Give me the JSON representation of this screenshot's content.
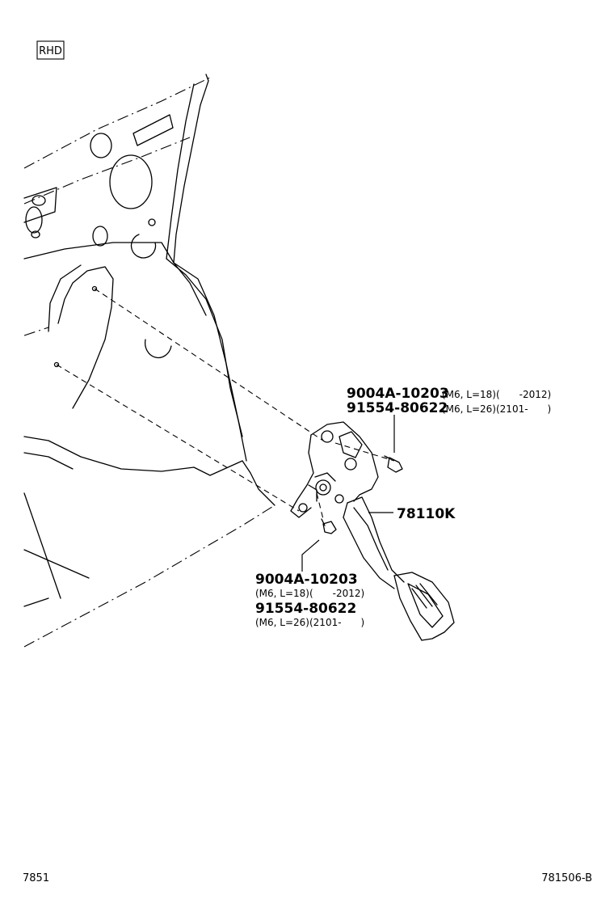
{
  "region_badge": "RHD",
  "callouts": [
    {
      "part": "9004A-10203",
      "spec": "(M6, L=18)(　　-2012)"
    },
    {
      "part": "91554-80622",
      "spec": "(M6, L=26)(2101-　　)"
    },
    {
      "part": "78110K",
      "spec": ""
    },
    {
      "part": "9004A-10203",
      "spec": "(M6, L=18)(　　-2012)"
    },
    {
      "part": "91554-80622",
      "spec": "(M6, L=26)(2101-　　)"
    }
  ],
  "footer": {
    "left_code": "7851",
    "right_code": "781506-B"
  }
}
